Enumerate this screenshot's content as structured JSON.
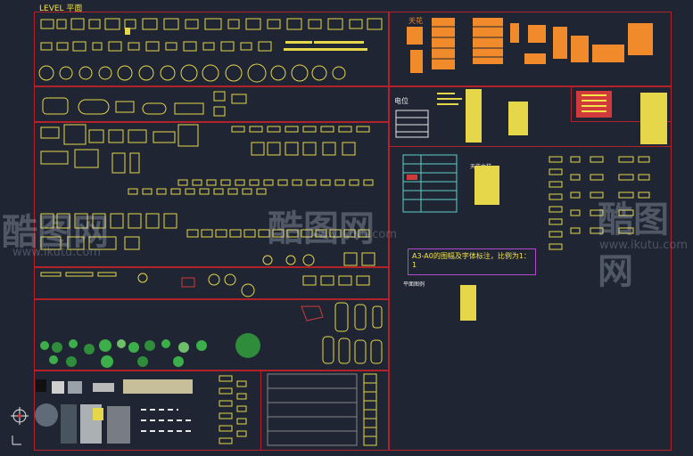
{
  "level_title": "LEVEL 平面",
  "ceiling_label": "天花",
  "electrical_label": "电位",
  "note_text": "A3-A0的图幅及字体标注，比例为1：1",
  "tiny_heading_1": "天花大样",
  "tiny_heading_2": "平面图例",
  "watermark": {
    "brand": "酷图网",
    "url": "www.ikutu.com"
  },
  "colors": {
    "frame": "#b3222a",
    "yellow": "#e6d64a",
    "orange": "#f08a2a",
    "bg": "#1f2533",
    "note_border": "#b149c8"
  },
  "icons": [
    "compass-icon",
    "ucs-axis-icon"
  ]
}
